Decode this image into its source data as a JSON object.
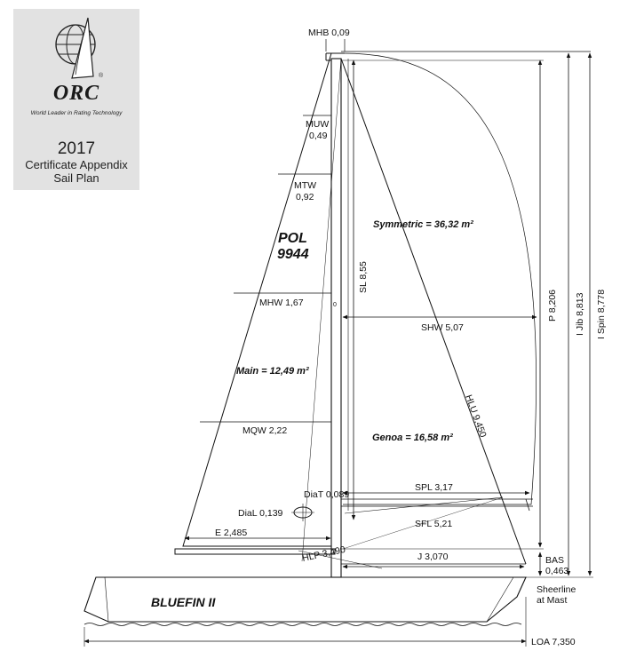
{
  "logo": {
    "brand": "ORC",
    "registered": "®",
    "tagline": "World Leader in Rating Technology",
    "year": "2017",
    "certificate_line1": "Certificate Appendix",
    "certificate_line2": "Sail Plan"
  },
  "boat": {
    "sail_number_line1": "POL",
    "sail_number_line2": "9944",
    "name": "BLUEFIN II"
  },
  "areas": {
    "main": "Main = 12,49 m²",
    "genoa": "Genoa = 16,58 m²",
    "symmetric": "Symmetric = 36,32 m²"
  },
  "dimensions": {
    "mhb": "MHB 0,09",
    "muw_label": "MUW",
    "muw_value": "0,49",
    "mtw_label": "MTW",
    "mtw_value": "0,92",
    "mhw": "MHW 1,67",
    "mqw": "MQW 2,22",
    "sl": "SL 8,55",
    "shw": "SHW 5,07",
    "hlu": "HLU 9,450",
    "p": "P 8,206",
    "i_jib": "I Jib 8,813",
    "i_spin": "I Spin 8,778",
    "spl": "SPL 3,17",
    "sfl": "SFL 5,21",
    "diat": "DiaT 0,089",
    "dial": "DiaL 0,139",
    "e": "E 2,485",
    "hlp": "HLP 3,490",
    "j": "J 3,070",
    "bas_label": "BAS",
    "bas_value": "0,463",
    "sheerline_l1": "Sheerline",
    "sheerline_l2": "at Mast",
    "loa": "LOA 7,350",
    "mast_mark": "0"
  },
  "colors": {
    "line": "#111111",
    "panel": "#e2e2e2"
  }
}
